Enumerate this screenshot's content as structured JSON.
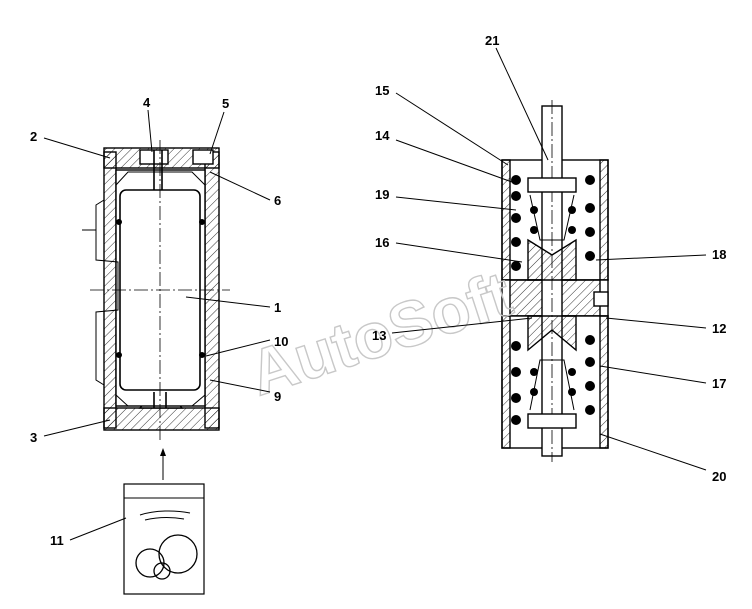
{
  "watermark": "AutoSoft",
  "callouts": [
    "1",
    "2",
    "3",
    "4",
    "5",
    "6",
    "9",
    "10",
    "11",
    "12",
    "13",
    "14",
    "15",
    "16",
    "17",
    "18",
    "19",
    "20",
    "21"
  ]
}
